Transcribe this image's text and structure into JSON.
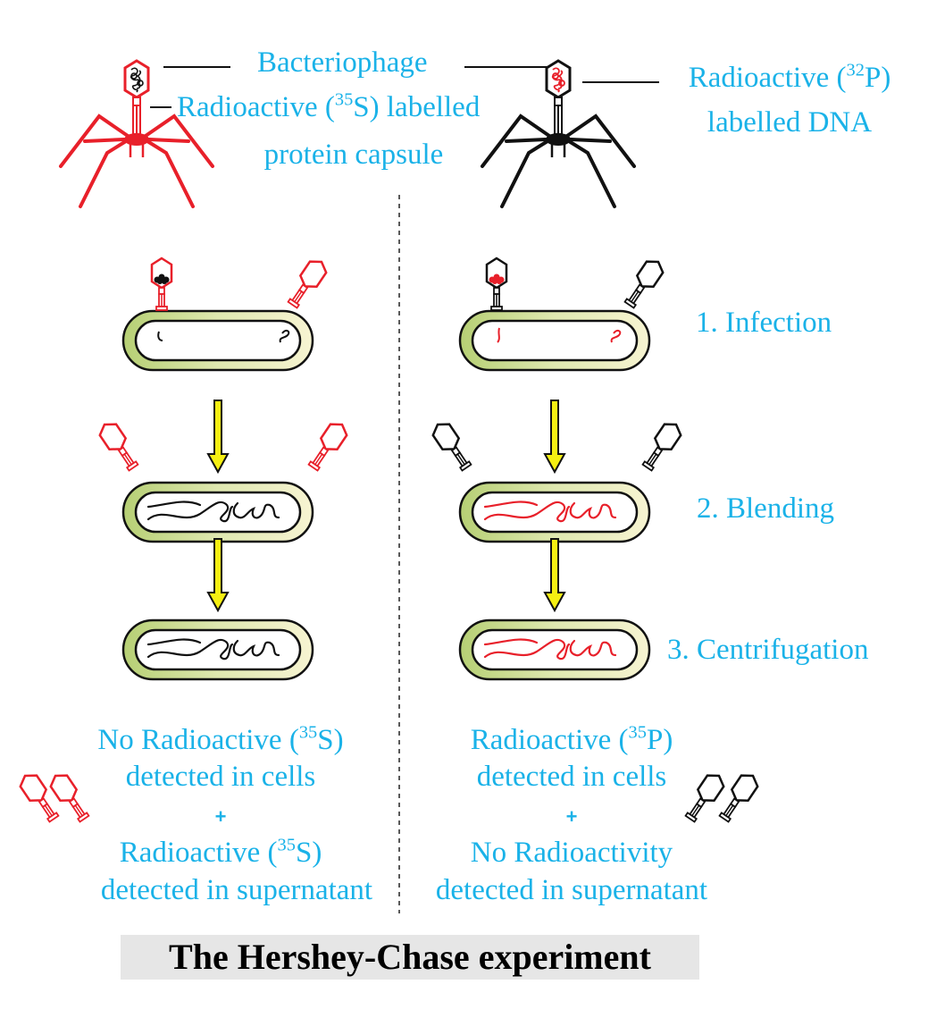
{
  "title": "The Hershey-Chase experiment",
  "labels": {
    "bacteriophage": "Bacteriophage",
    "s35_line1_pre": "Radioactive (",
    "s35_mass": "35",
    "s35_line1_post": "S) labelled",
    "s35_line2": "protein capsule",
    "p32_line1_pre": "Radioactive (",
    "p32_mass": "32",
    "p32_line1_post": "P)",
    "p32_line2": "labelled DNA"
  },
  "steps": [
    "1. Infection",
    "2. Blending",
    "3. Centrifugation"
  ],
  "results": {
    "left": {
      "line1_pre": "No Radioactive (",
      "line1_mass": "35",
      "line1_post": "S)",
      "line2": "detected in cells",
      "plus": "+",
      "line3_pre": "Radioactive (",
      "line3_mass": "35",
      "line3_post": "S)",
      "line4": "detected in supernatant"
    },
    "right": {
      "line1_pre": "Radioactive (",
      "line1_mass": "35",
      "line1_post": "P)",
      "line2": "detected in cells",
      "plus": "+",
      "line3": "No Radioactivity",
      "line4": "detected in supernatant"
    }
  },
  "colors": {
    "label": "#1ab2e8",
    "radioactive": "#e8202a",
    "normal": "#000000",
    "arrow": "#f5ef12",
    "cell_fill": "#c9dc8c"
  }
}
